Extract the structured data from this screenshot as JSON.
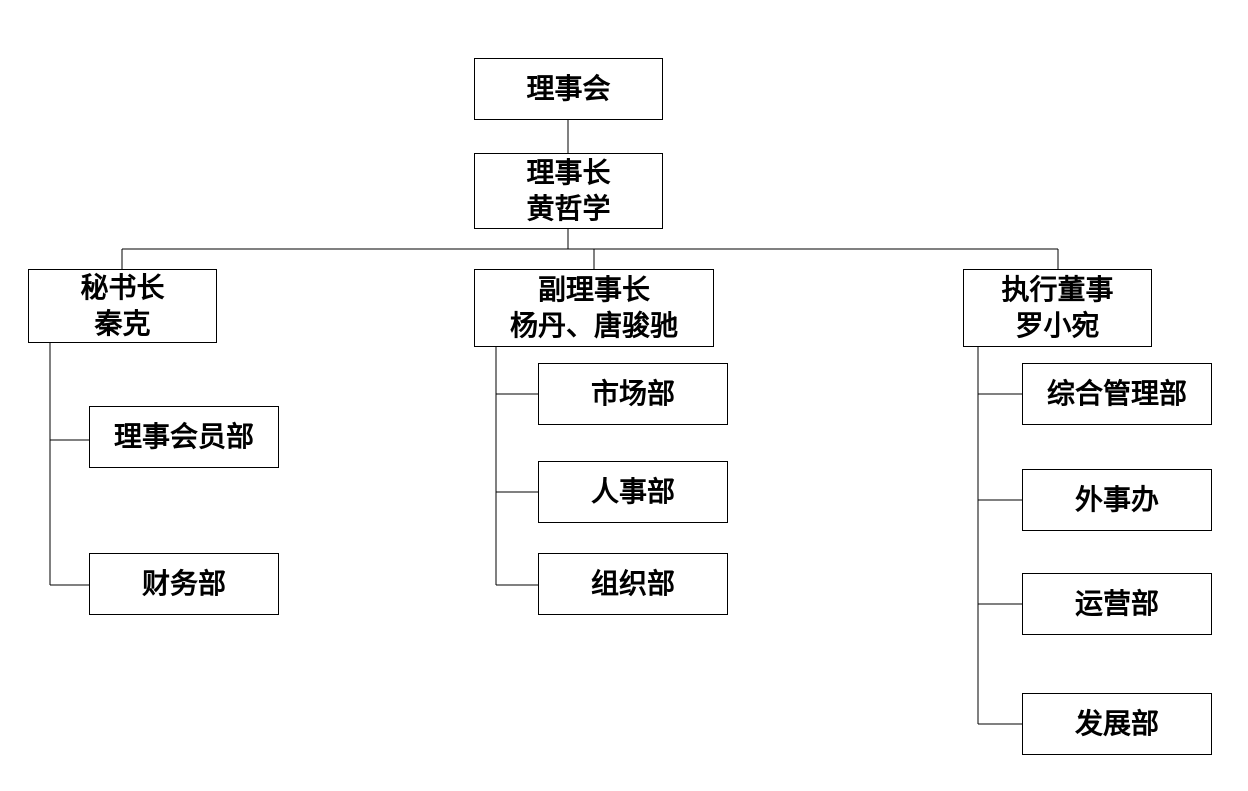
{
  "nodes": {
    "board": "理事会",
    "chair": {
      "title": "理事长",
      "name": "黄哲学"
    },
    "secgen": {
      "title": "秘书长",
      "name": "秦克"
    },
    "vice": {
      "title": "副理事长",
      "name": "杨丹、唐骏驰"
    },
    "exec": {
      "title": "执行董事",
      "name": "罗小宛"
    },
    "members_dept": "理事会员部",
    "finance_dept": "财务部",
    "market_dept": "市场部",
    "hr_dept": "人事部",
    "org_dept": "组织部",
    "admin_dept": "综合管理部",
    "foreign_office": "外事办",
    "ops_dept": "运营部",
    "dev_dept": "发展部"
  },
  "colors": {
    "line": "#000000",
    "box_border": "#000000",
    "text": "#000000",
    "background": "#ffffff"
  }
}
